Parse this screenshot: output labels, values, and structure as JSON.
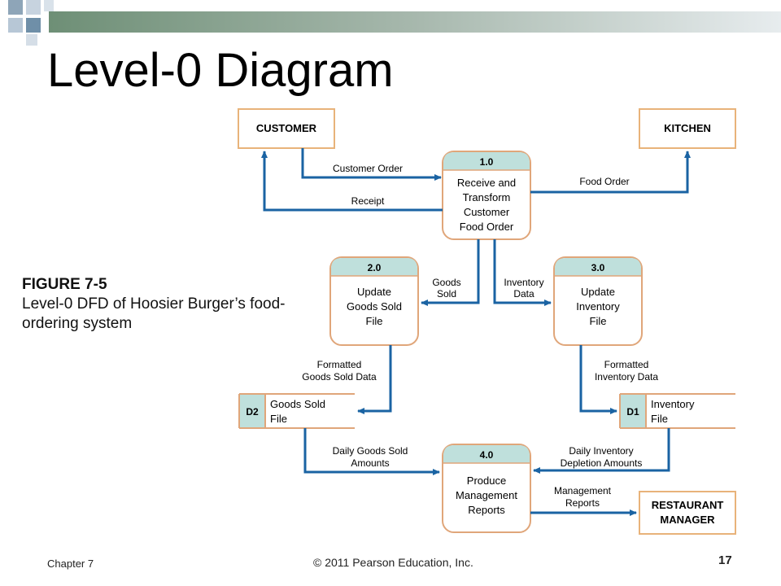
{
  "slide": {
    "title": "Level-0 Diagram",
    "figure_label": "FIGURE 7-5",
    "figure_caption": "Level-0 DFD of Hoosier Burger’s food-ordering system",
    "footer_chapter": "Chapter 7",
    "footer_copyright": "© 2011 Pearson Education, Inc.",
    "footer_page": "17"
  },
  "diagram": {
    "entities": {
      "customer": "CUSTOMER",
      "kitchen": "KITCHEN",
      "manager_line1": "RESTAURANT",
      "manager_line2": "MANAGER"
    },
    "processes": {
      "p1": {
        "id": "1.0",
        "lines": [
          "Receive and",
          "Transform",
          "Customer",
          "Food Order"
        ]
      },
      "p2": {
        "id": "2.0",
        "lines": [
          "Update",
          "Goods Sold",
          "File"
        ]
      },
      "p3": {
        "id": "3.0",
        "lines": [
          "Update",
          "Inventory",
          "File"
        ]
      },
      "p4": {
        "id": "4.0",
        "lines": [
          "Produce",
          "Management",
          "Reports"
        ]
      }
    },
    "stores": {
      "d2": {
        "id": "D2",
        "lines": [
          "Goods Sold",
          "File"
        ]
      },
      "d1": {
        "id": "D1",
        "lines": [
          "Inventory",
          "File"
        ]
      }
    },
    "flows": {
      "customer_order": "Customer Order",
      "receipt": "Receipt",
      "food_order": "Food Order",
      "goods_sold": [
        "Goods",
        "Sold"
      ],
      "inventory_data": [
        "Inventory",
        "Data"
      ],
      "formatted_goods": [
        "Formatted",
        "Goods Sold Data"
      ],
      "formatted_inventory": [
        "Formatted",
        "Inventory Data"
      ],
      "daily_goods": [
        "Daily Goods Sold",
        "Amounts"
      ],
      "daily_inventory": [
        "Daily Inventory",
        "Depletion Amounts"
      ],
      "mgmt_reports": [
        "Management",
        "Reports"
      ]
    },
    "colors": {
      "arrow": "#1a63a3",
      "box_border": "#e8b37a",
      "process_header": "#bfe0dc",
      "process_border": "#e0a67a",
      "title_bar_dark": "#7f9c82",
      "title_bar_light": "#c7d1d8"
    }
  }
}
